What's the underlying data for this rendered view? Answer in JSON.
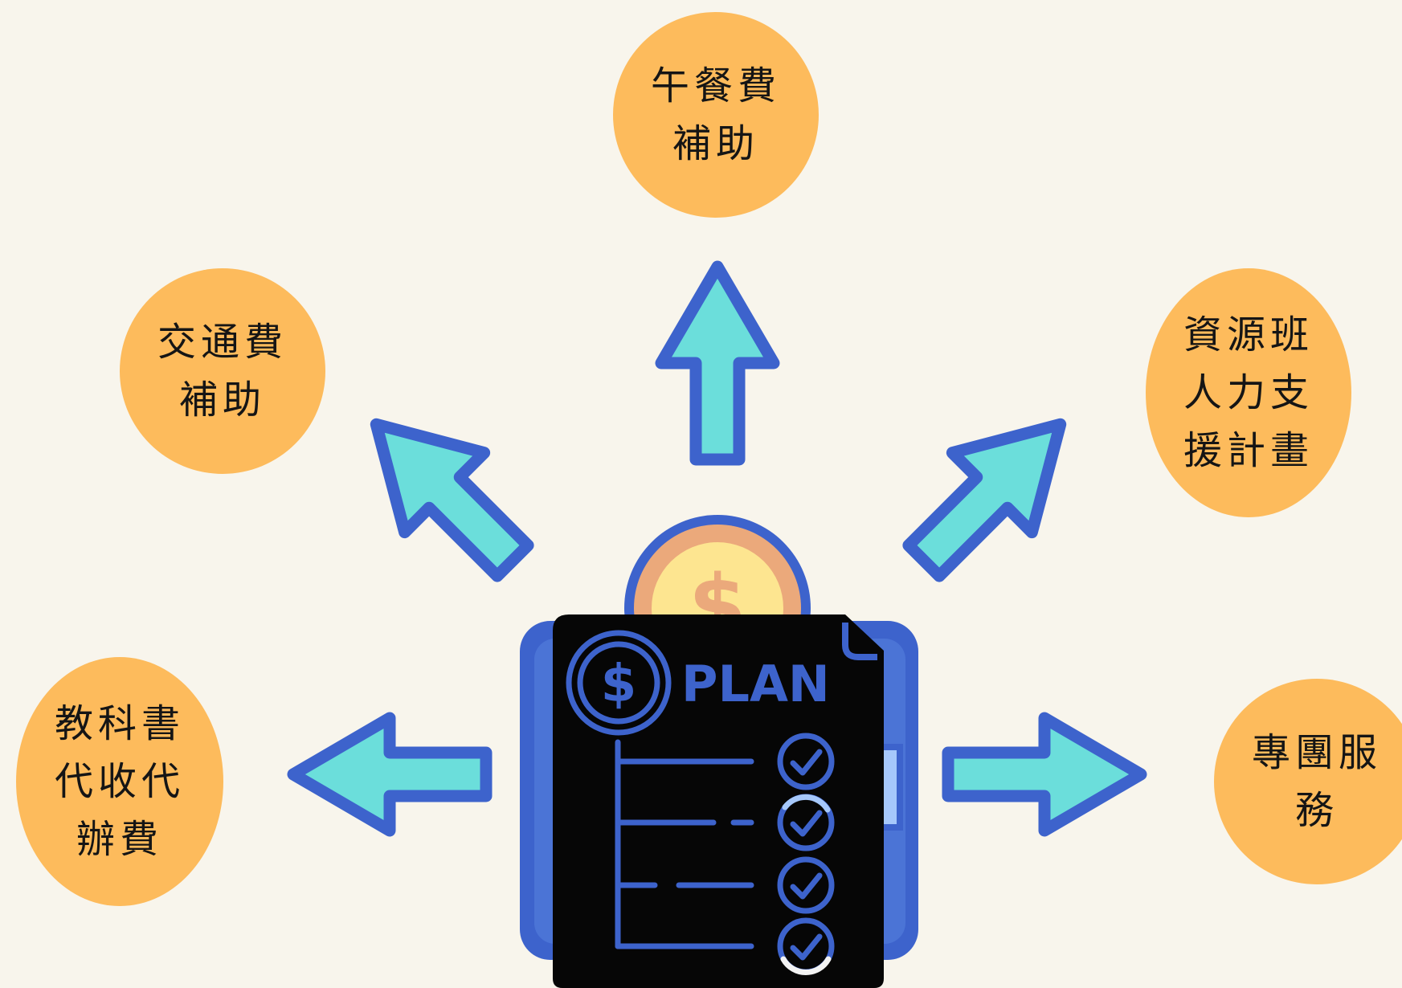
{
  "colors": {
    "background": "#f8f5ec",
    "bubble": "#fdbb5c",
    "arrow_fill": "#6bdedb",
    "outline_blue": "#3d63cc",
    "document": "#060606",
    "coin_face": "#fde590",
    "coin_rim": "#eba97b"
  },
  "center": {
    "document_title": "PLAN",
    "coin_symbol": "$",
    "badge_symbol": "$"
  },
  "bubbles": {
    "top": {
      "lines": [
        "午餐費",
        "補助"
      ]
    },
    "upper_left": {
      "lines": [
        "交通費",
        "補助"
      ]
    },
    "upper_right": {
      "lines": [
        "資源班",
        "人力支",
        "援計畫"
      ]
    },
    "left": {
      "lines": [
        "教科書",
        "代收代",
        "辦費"
      ]
    },
    "right": {
      "lines": [
        "專團服",
        "務"
      ]
    }
  }
}
